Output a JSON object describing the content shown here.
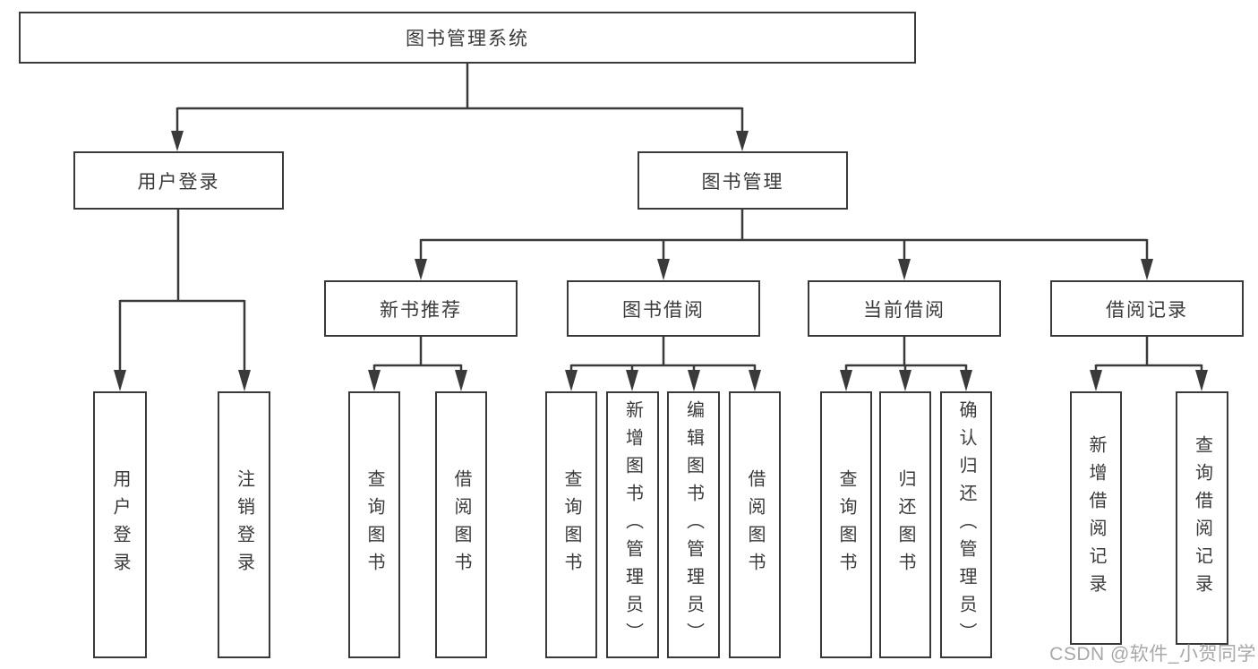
{
  "tree": {
    "root": "图书管理系统",
    "branches": [
      {
        "label": "用户登录",
        "children": [
          "用户登录",
          "注销登录"
        ]
      },
      {
        "label": "图书管理",
        "sections": [
          {
            "label": "新书推荐",
            "children": [
              "查询图书",
              "借阅图书"
            ]
          },
          {
            "label": "图书借阅",
            "children": [
              "查询图书",
              "新增图书（管理员）",
              "编辑图书（管理员）",
              "借阅图书"
            ]
          },
          {
            "label": "当前借阅",
            "children": [
              "查询图书",
              "归还图书",
              "确认归还（管理员）"
            ]
          },
          {
            "label": "借阅记录",
            "children": [
              "新增借阅记录",
              "查询借阅记录"
            ]
          }
        ]
      }
    ]
  },
  "watermark": "CSDN @软件_小贺同学",
  "colors": {
    "line": "#3a3a3a",
    "box_bg": "#ffffff",
    "text": "#3a3a3a",
    "watermark": "#a8a8a8"
  }
}
